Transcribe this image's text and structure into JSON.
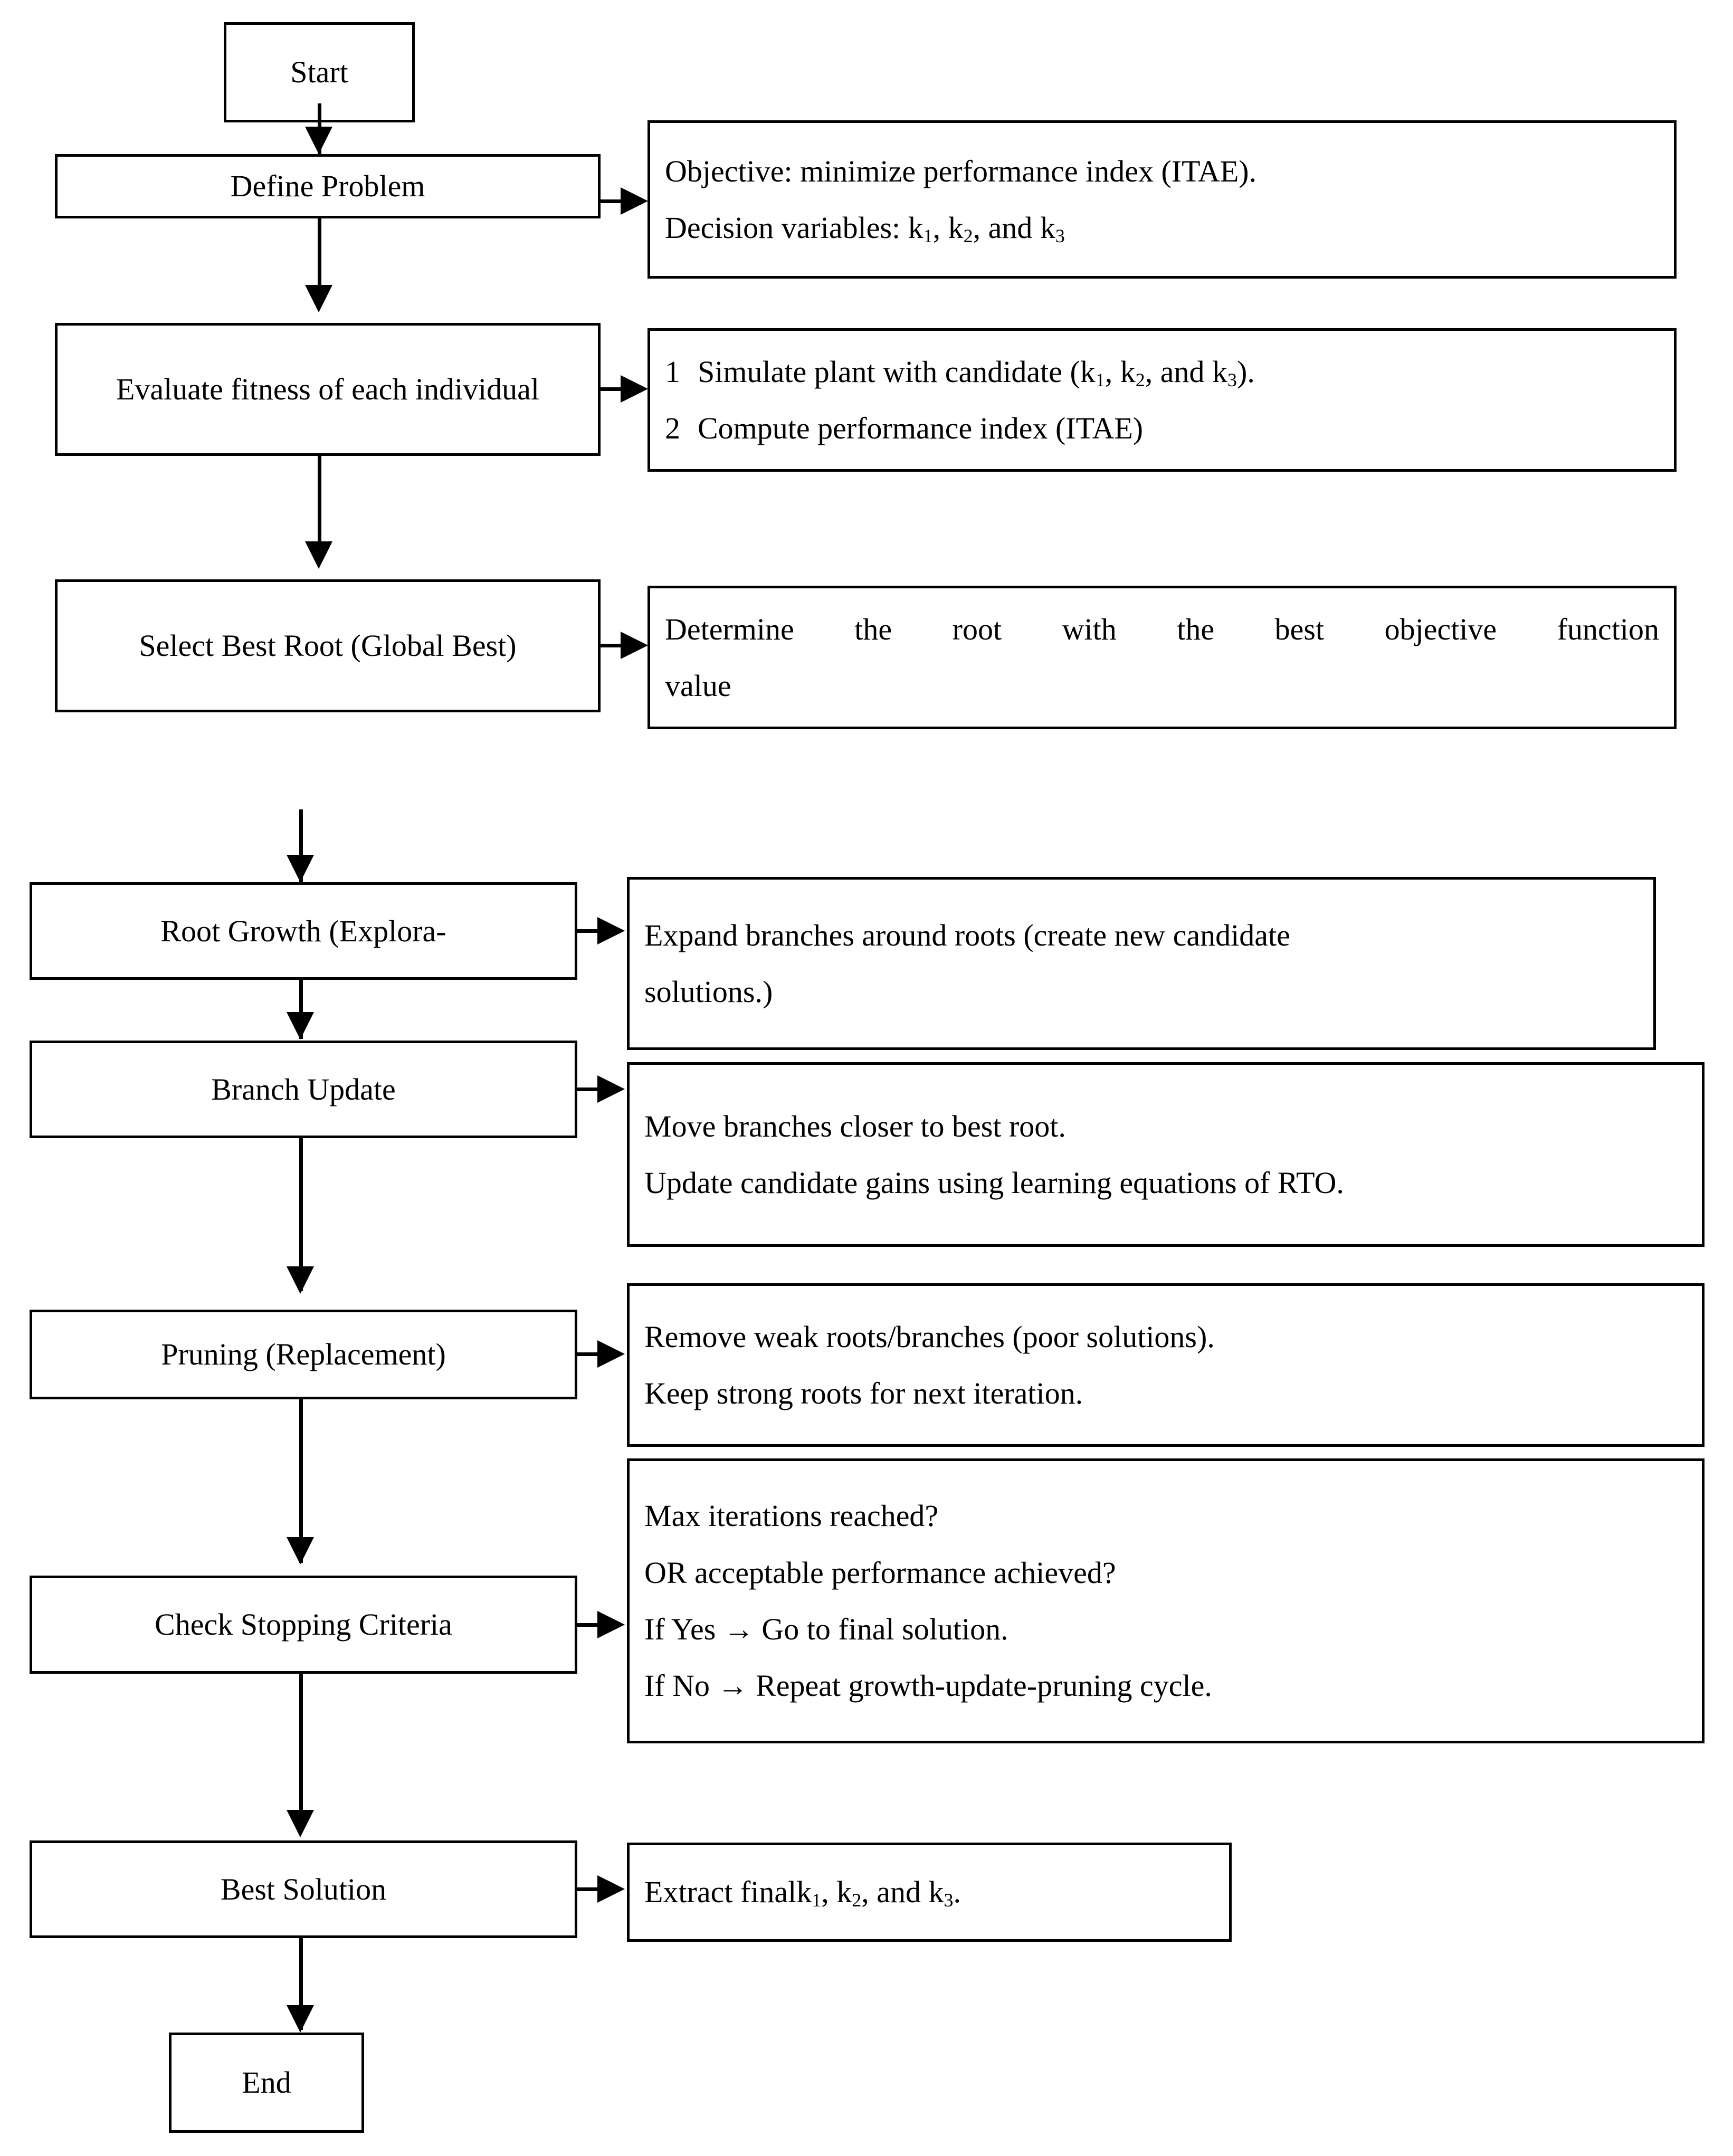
{
  "diagram": {
    "title": "Root Tree Optimization (RTO) tuning flowchart",
    "type": "flowchart",
    "orientation": "top-to-bottom",
    "accent_color": "#000000",
    "background_color": "#ffffff"
  },
  "nodes": {
    "start": {
      "label": "Start"
    },
    "define_problem": {
      "label": "Define Problem"
    },
    "evaluate_fitness": {
      "label": "Evaluate fitness of each individual"
    },
    "select_best_root": {
      "label": "Select Best Root (Global Best)"
    },
    "root_growth": {
      "label": "Root Growth (Explora-"
    },
    "branch_update": {
      "label": "Branch Update"
    },
    "pruning": {
      "label": "Pruning (Replacement)"
    },
    "check_stopping": {
      "label": "Check Stopping Criteria"
    },
    "best_solution": {
      "label": "Best Solution"
    },
    "end": {
      "label": "End"
    }
  },
  "details": {
    "define_problem": {
      "line1": "Objective: minimize performance index (ITAE).",
      "line2_prefix": "Decision variables: k",
      "line2_sub1": "1",
      "line2_mid1": ", k",
      "line2_sub2": "2",
      "line2_mid2": ", and k",
      "line2_sub3": "3",
      "line2_suffix": ""
    },
    "evaluate_fitness": {
      "item1_number": "1",
      "item1_prefix": "Simulate plant with candidate (k",
      "item1_sub1": "1",
      "item1_mid1": ", k",
      "item1_sub2": "2",
      "item1_mid2": ", and k",
      "item1_sub3": "3",
      "item1_suffix": ").",
      "item2_number": "2",
      "item2_text": "Compute performance index (ITAE)"
    },
    "select_best_root": {
      "line1": "Determine the root with the best objective function",
      "line2": "value"
    },
    "root_growth": {
      "line1": "Expand branches around roots (create new candidate",
      "line2": "solutions.)"
    },
    "branch_update": {
      "line1": "Move branches closer to best root.",
      "line2": "Update candidate gains using learning equations of RTO."
    },
    "pruning": {
      "line1": "Remove weak roots/branches (poor solutions).",
      "line2": "Keep strong roots for next iteration."
    },
    "check_stopping": {
      "line1": "Max iterations reached?",
      "line2": "OR acceptable performance achieved?",
      "line3": "If Yes → Go to final solution.",
      "line4": "If No → Repeat growth-update-pruning cycle."
    },
    "best_solution": {
      "prefix": "Extract finalk",
      "sub1": "1",
      "mid1": ", k",
      "sub2": "2",
      "mid2": ", and k",
      "sub3": "3",
      "suffix": "."
    }
  },
  "edges": [
    {
      "from": "start",
      "to": "define_problem",
      "kind": "vertical-arrow"
    },
    {
      "from": "define_problem",
      "to": "detail-define-problem",
      "kind": "horizontal-arrow"
    },
    {
      "from": "define_problem",
      "to": "evaluate_fitness",
      "kind": "vertical-arrow"
    },
    {
      "from": "evaluate_fitness",
      "to": "detail-evaluate-fitness",
      "kind": "horizontal-arrow"
    },
    {
      "from": "evaluate_fitness",
      "to": "select_best_root",
      "kind": "vertical-arrow"
    },
    {
      "from": "select_best_root",
      "to": "detail-select-best-root",
      "kind": "horizontal-arrow"
    },
    {
      "from": "select_best_root",
      "to": "root_growth",
      "kind": "vertical-arrow"
    },
    {
      "from": "root_growth",
      "to": "detail-root-growth",
      "kind": "horizontal-arrow"
    },
    {
      "from": "root_growth",
      "to": "branch_update",
      "kind": "vertical-arrow"
    },
    {
      "from": "branch_update",
      "to": "detail-branch-update",
      "kind": "horizontal-arrow"
    },
    {
      "from": "branch_update",
      "to": "pruning",
      "kind": "vertical-arrow"
    },
    {
      "from": "pruning",
      "to": "detail-pruning",
      "kind": "horizontal-arrow"
    },
    {
      "from": "pruning",
      "to": "check_stopping",
      "kind": "vertical-arrow"
    },
    {
      "from": "check_stopping",
      "to": "detail-check-stopping",
      "kind": "horizontal-arrow"
    },
    {
      "from": "check_stopping",
      "to": "best_solution",
      "kind": "vertical-arrow"
    },
    {
      "from": "best_solution",
      "to": "detail-best-solution",
      "kind": "horizontal-arrow"
    },
    {
      "from": "best_solution",
      "to": "end",
      "kind": "vertical-arrow"
    }
  ]
}
